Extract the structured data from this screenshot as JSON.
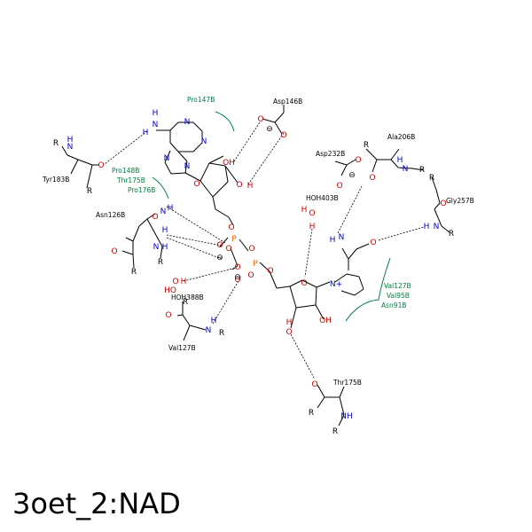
{
  "title": "3oet_2:NAD",
  "colors": {
    "oxygen": "#cc0000",
    "nitrogen": "#0000cc",
    "phosphorus": "#ff6600",
    "carbon": "#000000",
    "hydrophobic": "#008040"
  },
  "residues": {
    "pro147": "Pro147B",
    "asp146": "Asp146B",
    "asp232": "Asp232B",
    "ala206": "Ala206B",
    "tyr183": "Tyr183B",
    "pro148": "Pro148B",
    "thr175_hyd": "Thr175B",
    "pro176": "Pro176B",
    "asn126": "Asn126B",
    "hoh403": "HOH403B",
    "gly257": "Gly257B",
    "val127_hyd": "Val127B",
    "val95": "Val95B",
    "asn91": "Asn91B",
    "hoh388": "HOH388B",
    "val127": "Val127B",
    "thr175": "Thr175B"
  },
  "atoms": {
    "O": "O",
    "N": "N",
    "H": "H",
    "P": "P",
    "R": "R",
    "NH": "NH",
    "HN": "HN",
    "OH": "OH",
    "HO": "HO",
    "NH_plus": "N+",
    "minus": "⊖"
  }
}
